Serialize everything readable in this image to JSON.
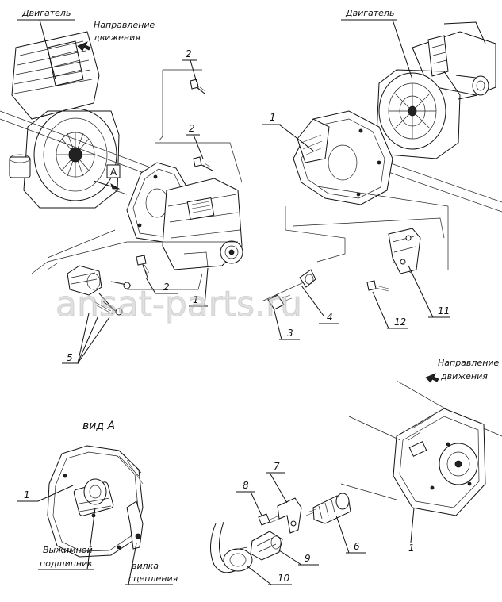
{
  "labels": {
    "engine_left": "Двигатель",
    "engine_right": "Двигатель",
    "direction_top_1": "Направление",
    "direction_top_2": "движения",
    "direction_bottom_1": "Направление",
    "direction_bottom_2": "движения",
    "arrow_a": "A",
    "view_a": "вид А",
    "release_bearing_1": "Выжимной",
    "release_bearing_2": "подшипник",
    "clutch_fork_1": "вилка",
    "clutch_fork_2": "сцепления"
  },
  "callouts": {
    "n1_top": "1",
    "n2_a": "2",
    "n2_b": "2",
    "n2_c": "2",
    "n1_right": "1",
    "n3": "3",
    "n4": "4",
    "n5": "5",
    "n11": "11",
    "n12": "12",
    "n1_view": "1",
    "n6": "6",
    "n7": "7",
    "n8": "8",
    "n9": "9",
    "n10": "10",
    "n1_bottom": "1"
  },
  "watermark": "ansat-parts.ru"
}
